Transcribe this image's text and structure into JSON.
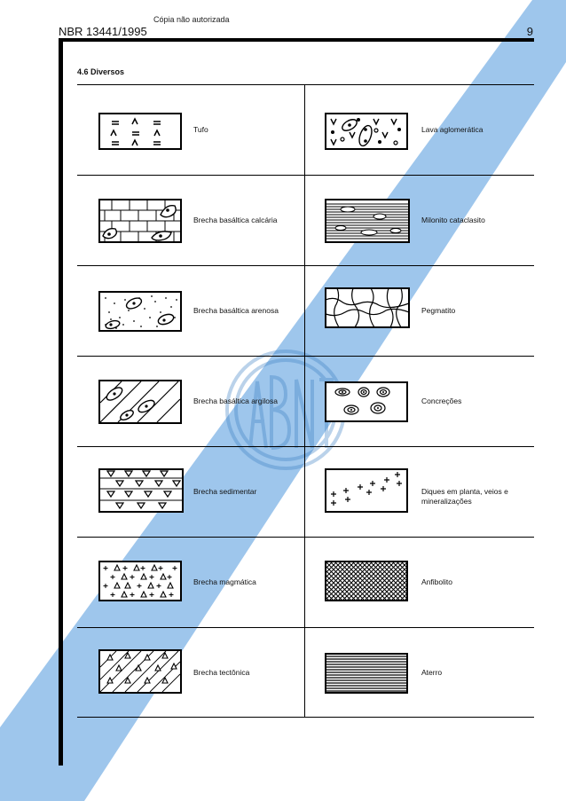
{
  "header": {
    "notice": "Cópia não autorizada",
    "doc_code": "NBR 13441/1995",
    "page_number": "9"
  },
  "section": {
    "title": "4.6 Diversos"
  },
  "rows": [
    {
      "left": {
        "label": "Tufo",
        "icon": "tufo-pattern"
      },
      "right": {
        "label": "Lava aglomerática",
        "icon": "lava-aglomeratica-pattern"
      }
    },
    {
      "left": {
        "label": "Brecha basáltica calcária",
        "icon": "brecha-basaltica-calcaria-pattern"
      },
      "right": {
        "label": "Milonito cataclasito",
        "icon": "milonito-cataclasito-pattern"
      }
    },
    {
      "left": {
        "label": "Brecha basáltica arenosa",
        "icon": "brecha-basaltica-arenosa-pattern"
      },
      "right": {
        "label": "Pegmatito",
        "icon": "pegmatito-pattern"
      }
    },
    {
      "left": {
        "label": "Brecha basáltica argilosa",
        "icon": "brecha-basaltica-argilosa-pattern"
      },
      "right": {
        "label": "Concreções",
        "icon": "concrecoes-pattern"
      }
    },
    {
      "left": {
        "label": "Brecha sedimentar",
        "icon": "brecha-sedimentar-pattern"
      },
      "right": {
        "label": "Diques em planta, veios e mineralizações",
        "icon": "diques-pattern"
      }
    },
    {
      "left": {
        "label": "Brecha magmática",
        "icon": "brecha-magmatica-pattern"
      },
      "right": {
        "label": "Anfibolito",
        "icon": "anfibolito-pattern"
      }
    },
    {
      "left": {
        "label": "Brecha tectônica",
        "icon": "brecha-tectonica-pattern"
      },
      "right": {
        "label": "Aterro",
        "icon": "aterro-pattern"
      }
    }
  ],
  "colors": {
    "watermark": "#6fa8dc",
    "rule": "#000000"
  }
}
